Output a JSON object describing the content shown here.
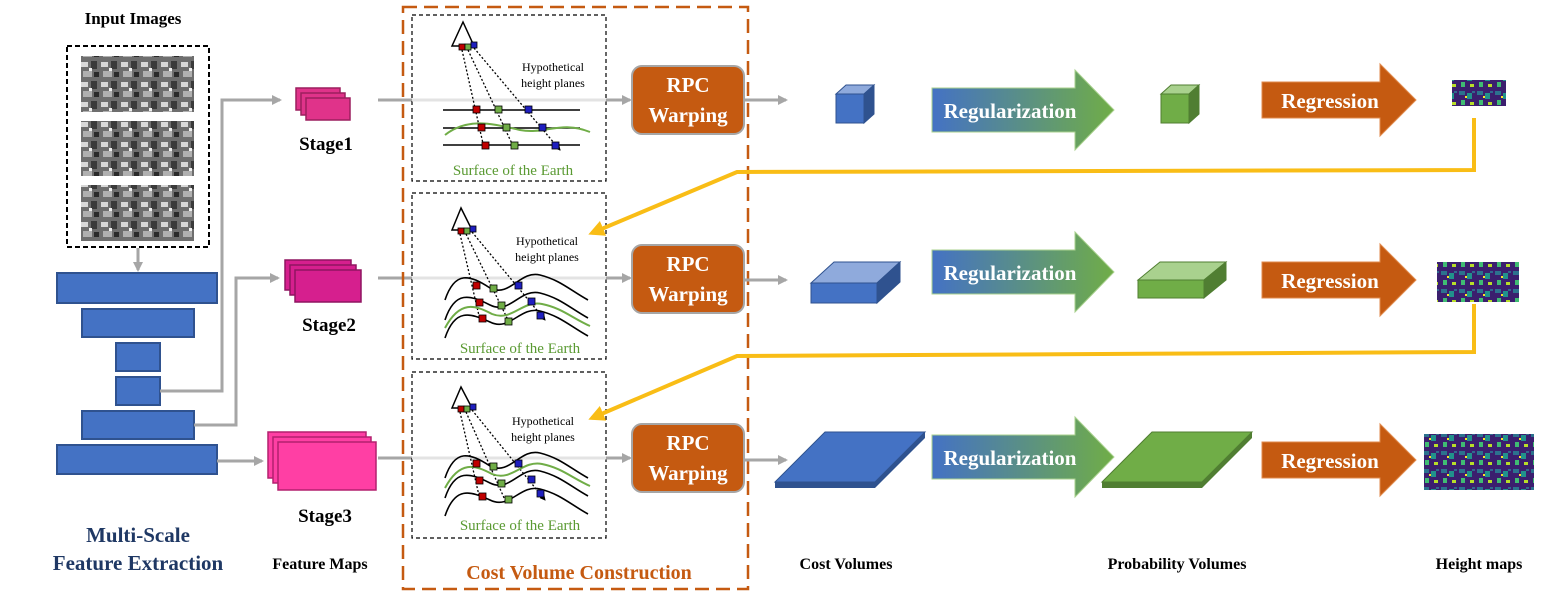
{
  "labels": {
    "input_images": "Input Images",
    "multi_scale_line1": "Multi-Scale",
    "multi_scale_line2": "Feature Extraction",
    "feature_maps": "Feature Maps",
    "cost_volume_construction": "Cost Volume Construction",
    "cost_volumes": "Cost Volumes",
    "probability_volumes": "Probability Volumes",
    "height_maps": "Height maps"
  },
  "stages": [
    {
      "name": "Stage1"
    },
    {
      "name": "Stage2"
    },
    {
      "name": "Stage3"
    }
  ],
  "plane_panel": {
    "hyp_line1": "Hypothetical",
    "hyp_line2": "height planes",
    "surface": "Surface of  the Earth"
  },
  "blocks": {
    "rpc_line1": "RPC",
    "rpc_line2": "Warping",
    "regularization": "Regularization",
    "regression": "Regression"
  },
  "colors": {
    "encoder_blue": "#4472c4",
    "stage_pink": "#e0338a",
    "rpc_orange": "#c55a11",
    "cost_blue": "#4472c4",
    "prob_green": "#70ad47",
    "feedback_yellow": "#f9bd16",
    "title_navy": "#1f3864",
    "surface_green": "#5a9a32",
    "dashed_orange": "#c55a11"
  }
}
